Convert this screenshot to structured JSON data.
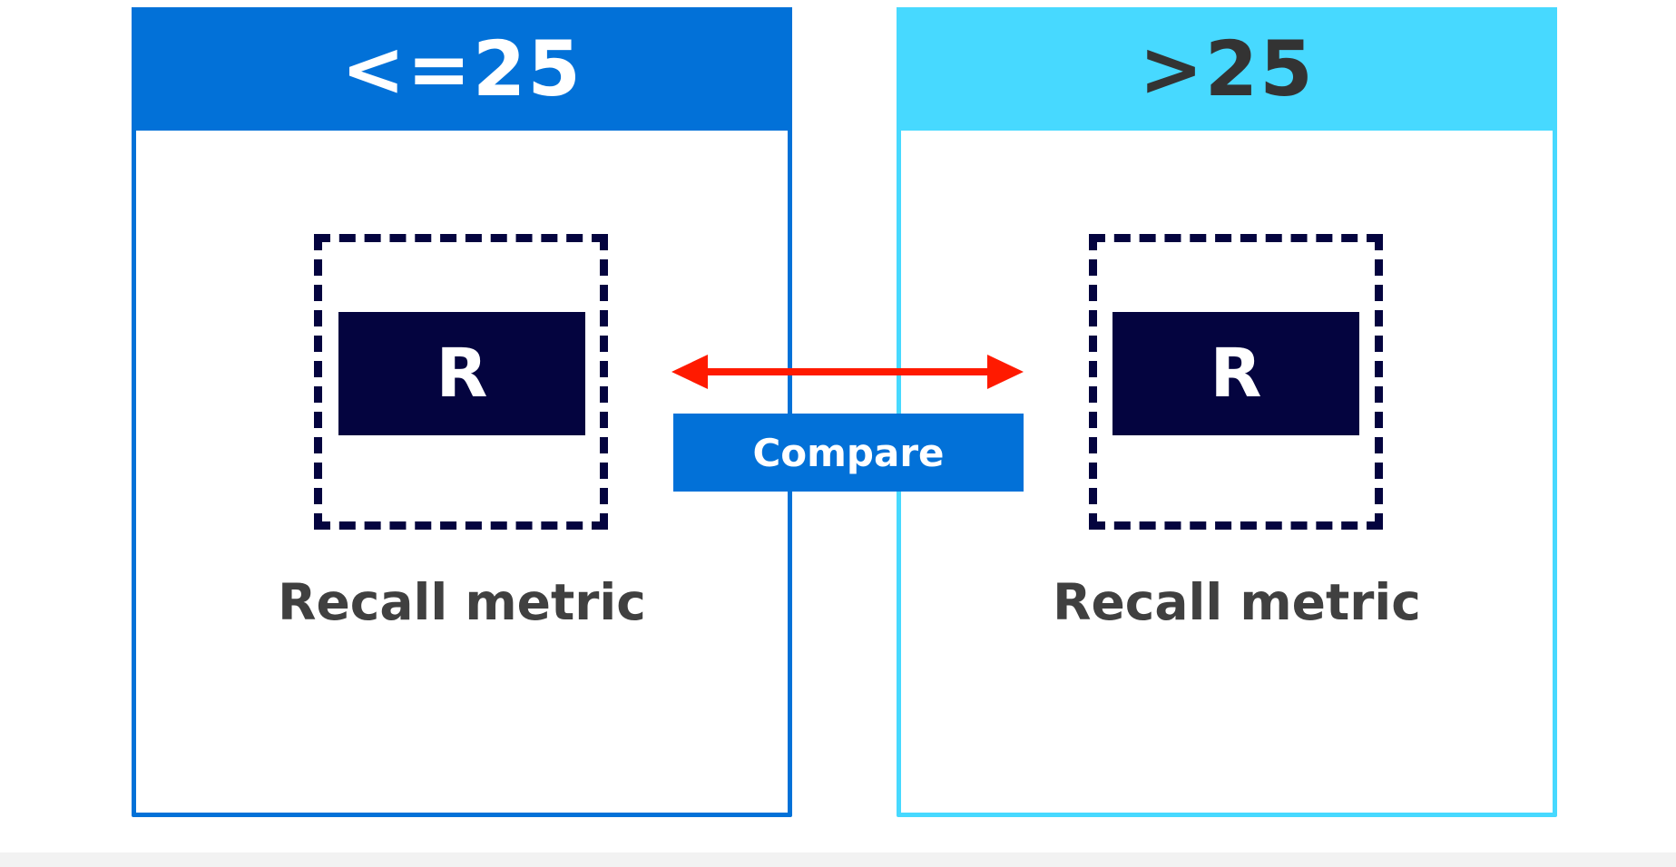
{
  "panels": {
    "left": {
      "header": "<=25",
      "metric_symbol": "R",
      "metric_label": "Recall metric"
    },
    "right": {
      "header": ">25",
      "metric_symbol": "R",
      "metric_label": "Recall metric"
    }
  },
  "compare": {
    "label": "Compare"
  },
  "colors": {
    "left_accent": "#0271d8",
    "right_accent": "#47d9ff",
    "metric_box": "#04043f",
    "arrow": "#ff1a00"
  }
}
